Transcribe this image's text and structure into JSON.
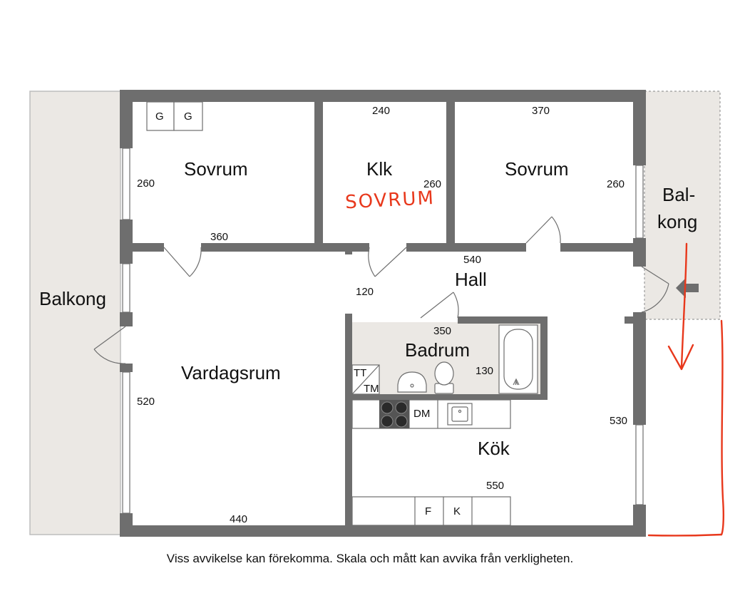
{
  "rooms": {
    "balkong_left": "Balkong",
    "sovrum_left": "Sovrum",
    "klk": "Klk",
    "sovrum_right": "Sovrum",
    "balkong_right_line1": "Bal-",
    "balkong_right_line2": "kong",
    "hall": "Hall",
    "badrum": "Badrum",
    "vardagsrum": "Vardagsrum",
    "kok": "Kök"
  },
  "dimensions": {
    "sovrum_left_height": "260",
    "sovrum_left_width": "360",
    "klk_width": "240",
    "klk_height": "260",
    "sovrum_right_width": "370",
    "sovrum_right_height": "260",
    "hall_width": "540",
    "passage_width": "120",
    "badrum_width": "350",
    "badrum_height": "130",
    "vardagsrum_height": "520",
    "vardagsrum_width": "440",
    "kok_height": "530",
    "kok_width": "550"
  },
  "fixtures": {
    "garderob_1": "G",
    "garderob_2": "G",
    "tt": "TT",
    "tm": "TM",
    "dm": "DM",
    "f": "F",
    "k": "K"
  },
  "handwritten_note": "SOVRUM",
  "disclaimer": "Viss avvikelse kan förekomma. Skala och mått kan avvika från verkligheten.",
  "colors": {
    "wall": "#6e6e6e",
    "balcony_fill": "#ebe8e4",
    "bathroom_fill": "#ebe8e4",
    "annotation": "#e8381c"
  }
}
